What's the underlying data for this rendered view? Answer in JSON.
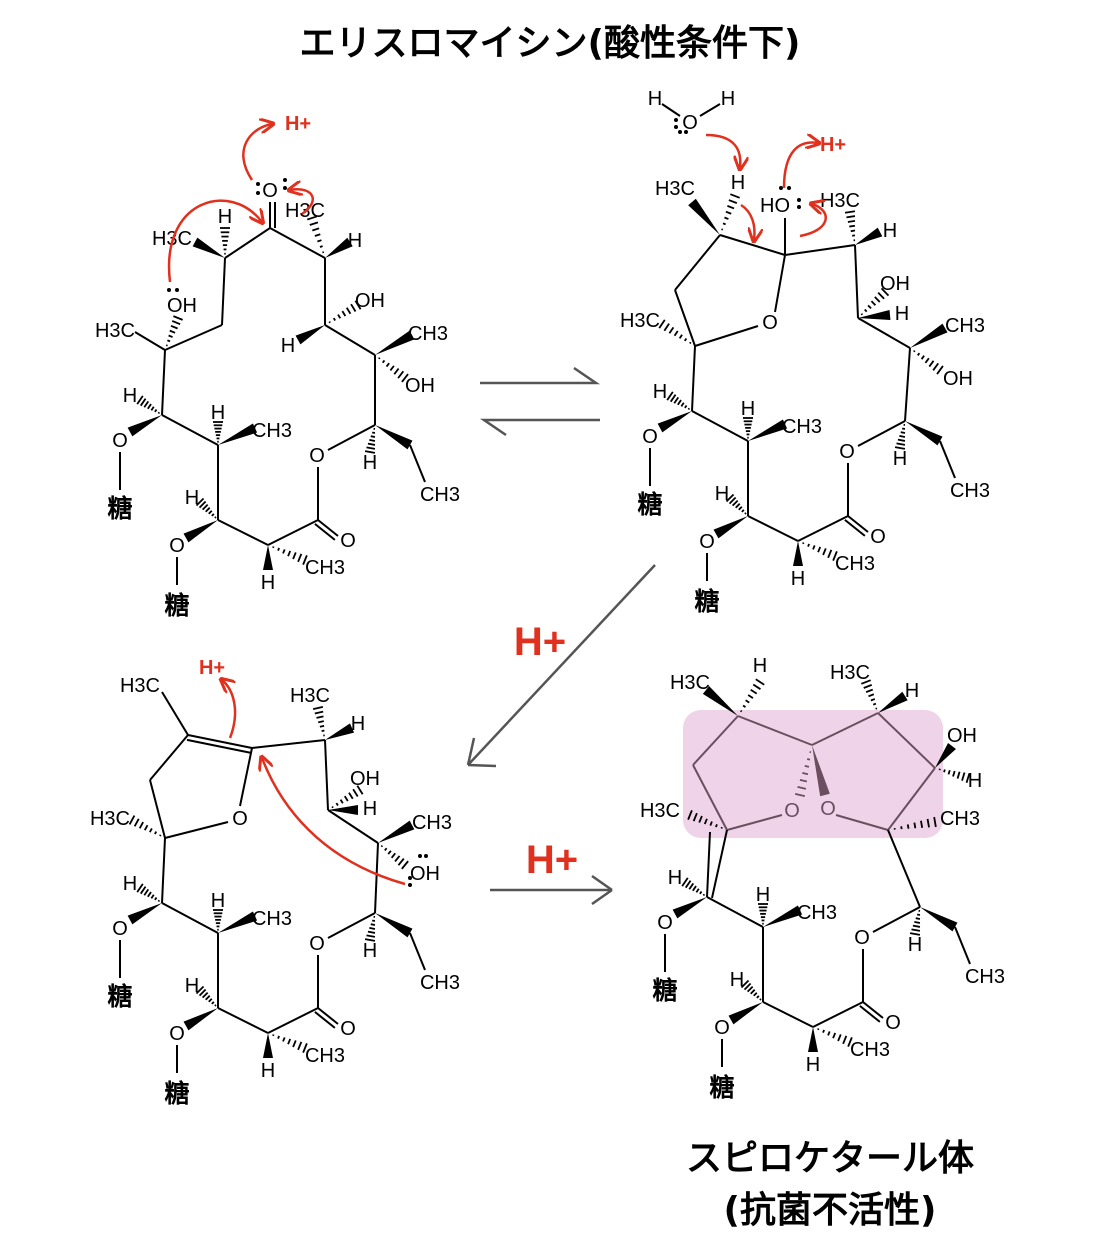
{
  "title": "エリスロマイシン(酸性条件下)",
  "caption": {
    "line1": "スピロケタール体",
    "line2": "(抗菌不活性)"
  },
  "reaction_labels": {
    "step2_acid": "H+",
    "step3_acid": "H+"
  },
  "lower_labels": [
    "H",
    "O",
    "糖",
    "H",
    "CH3",
    "H",
    "O",
    "糖",
    "H",
    "CH3",
    "O",
    "O",
    "H",
    "CH3"
  ],
  "structures": [
    {
      "name": "erythromycin",
      "labels": [
        "H3C",
        "OH",
        "H3C",
        "H",
        "O",
        "H3C",
        "H",
        "OH",
        "H",
        "CH3",
        "OH"
      ],
      "proton": "H+"
    },
    {
      "name": "hemiketal",
      "labels": [
        "H3C",
        "O",
        "H3C",
        "H",
        "HO",
        "H3C",
        "H",
        "OH",
        "H",
        "CH3",
        "OH"
      ],
      "water": [
        "H",
        "O",
        "H"
      ],
      "proton": "H+"
    },
    {
      "name": "enol-ether",
      "labels": [
        "H3C",
        "O",
        "H3C",
        "H3C",
        "H",
        "OH",
        "H",
        "CH3",
        "OH"
      ],
      "proton": "H+"
    },
    {
      "name": "spiroketal",
      "labels": [
        "H3C",
        "O",
        "O",
        "H3C",
        "H",
        "H3C",
        "H",
        "OH",
        "H",
        "CH3"
      ]
    }
  ],
  "colors": {
    "arrow_red": "#e0301e",
    "highlight": "#efd3e8",
    "bond": "#000000",
    "highlight_bond": "#6b4f60",
    "reaction_arrow": "#555555"
  }
}
